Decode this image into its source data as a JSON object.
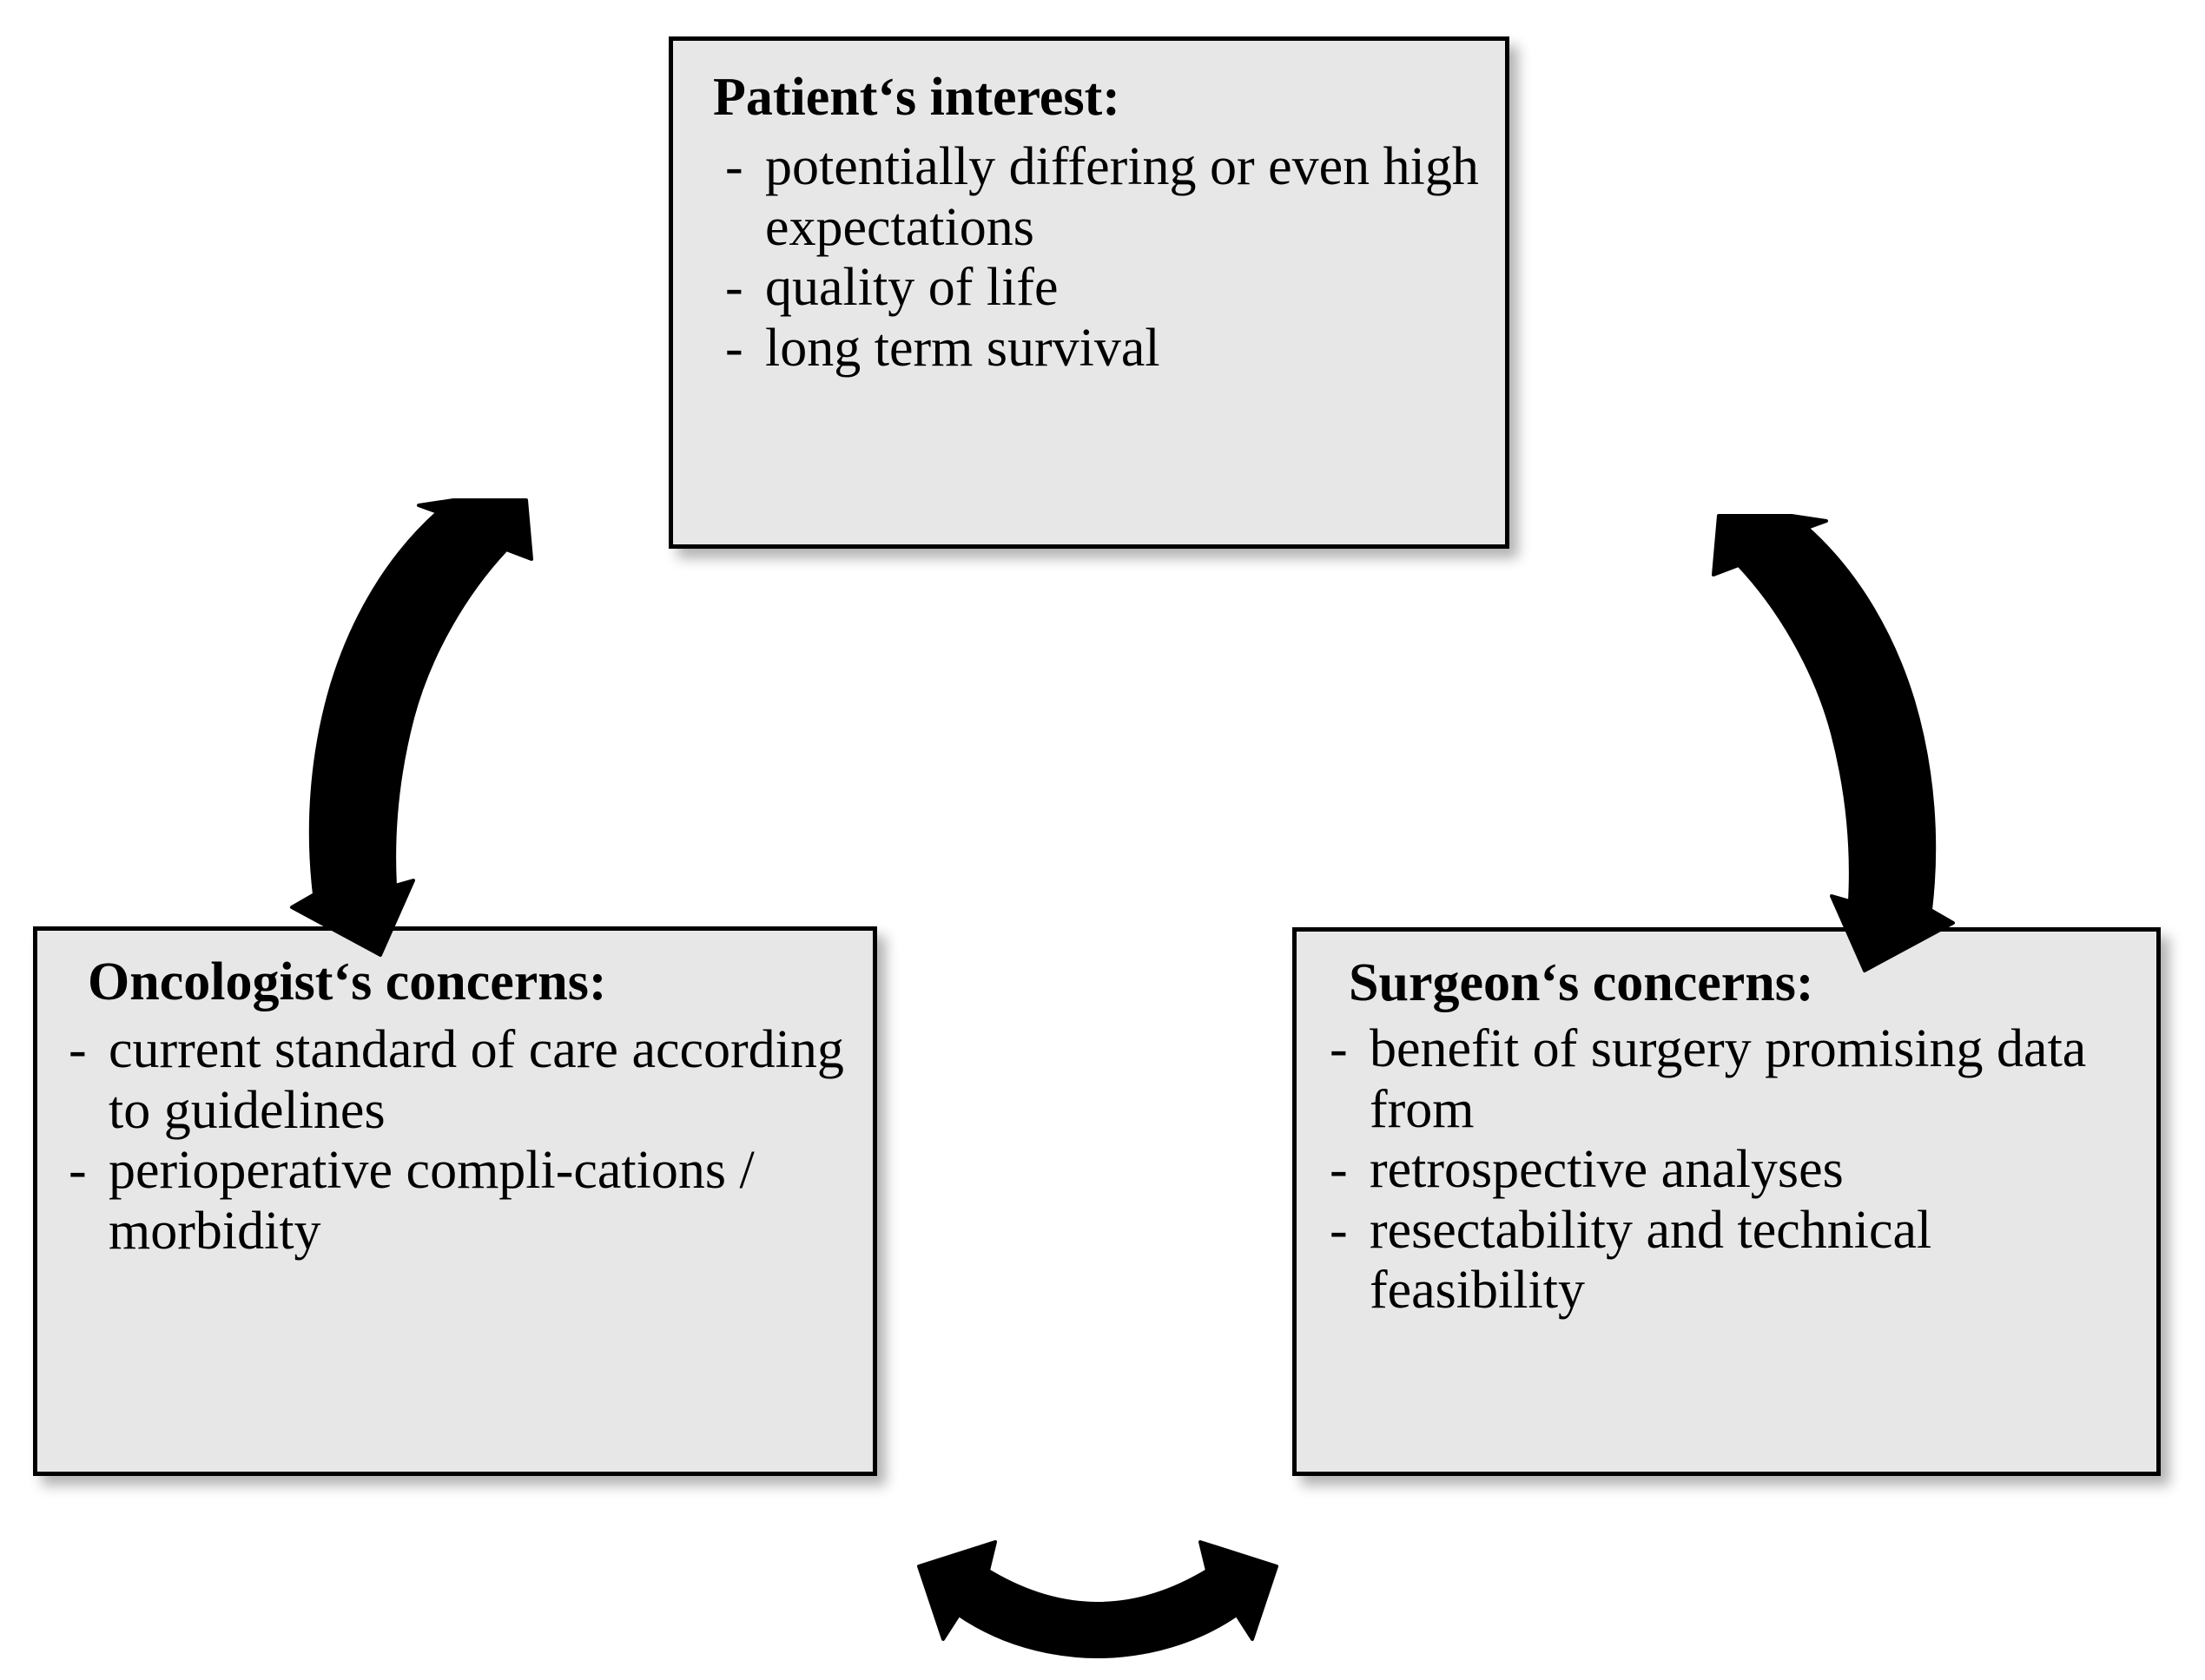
{
  "figure": {
    "type": "triangular-relationship-diagram",
    "background_color": "#ffffff",
    "box_fill_color": "#e7e7e7",
    "box_border_color": "#000000",
    "arrow_color": "#000000"
  },
  "boxes": {
    "patient": {
      "title": "Patient‘s interest:",
      "bullets": [
        {
          "dash": "-",
          "text": "potentially differing or even high expectations"
        },
        {
          "dash": "-",
          "text": "quality of life"
        },
        {
          "dash": "-",
          "text": "long term survival"
        }
      ]
    },
    "oncologist": {
      "title": "Oncologist‘s concerns:",
      "bullets": [
        {
          "dash": "-",
          "text": "current standard of care according to guidelines"
        },
        {
          "dash": "-",
          "text": "perioperative compli-cations / morbidity"
        }
      ]
    },
    "surgeon": {
      "title": "Surgeon‘s concerns:",
      "bullets": [
        {
          "dash": "-",
          "text": "benefit of surgery promising data from"
        },
        {
          "dash": "-",
          "text": "retrospective analyses"
        },
        {
          "dash": "-",
          "text": "resectability and technical feasibility"
        }
      ]
    }
  },
  "arrows": [
    {
      "id": "patient-oncologist",
      "style": "double-headed-curved",
      "from": "patient",
      "to": "oncologist"
    },
    {
      "id": "patient-surgeon",
      "style": "double-headed-curved",
      "from": "patient",
      "to": "surgeon"
    },
    {
      "id": "oncologist-surgeon",
      "style": "double-headed-curved",
      "from": "oncologist",
      "to": "surgeon"
    }
  ]
}
